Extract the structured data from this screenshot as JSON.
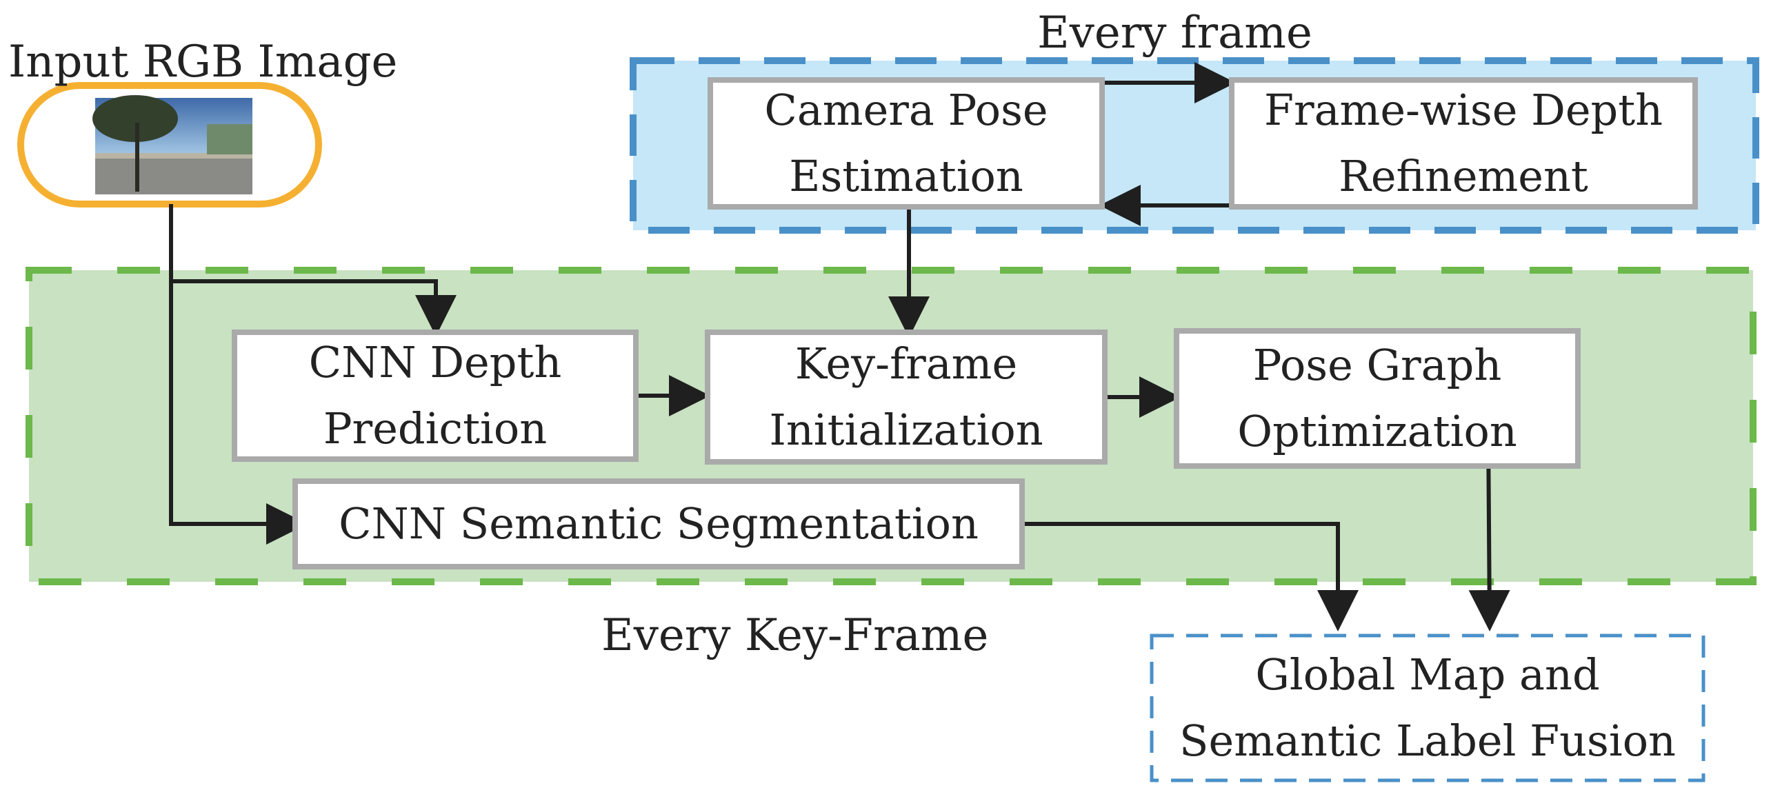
{
  "input": {
    "label": "Input RGB Image"
  },
  "regions": {
    "every_frame": "Every frame",
    "every_keyframe": "Every Key-Frame"
  },
  "boxes": {
    "camera_pose": {
      "line1": "Camera Pose",
      "line2": "Estimation"
    },
    "depth_refine": {
      "line1": "Frame-wise Depth",
      "line2": "Refinement"
    },
    "cnn_depth": {
      "line1": "CNN Depth",
      "line2": "Prediction"
    },
    "keyframe_init": {
      "line1": "Key-frame",
      "line2": "Initialization"
    },
    "pose_graph": {
      "line1": "Pose Graph",
      "line2": "Optimization"
    },
    "cnn_semseg": {
      "line1": "CNN Semantic Segmentation"
    },
    "global_map": {
      "line1": "Global Map and",
      "line2": "Semantic Label Fusion"
    }
  },
  "colors": {
    "blue_fill": "#c5e7f8",
    "blue_dash": "#4a90c8",
    "green_fill": "#c8e2c2",
    "green_dash": "#6cb84a",
    "orange": "#f5b031",
    "box_border": "#aaaaaa",
    "arrow": "#1f1f1f"
  }
}
